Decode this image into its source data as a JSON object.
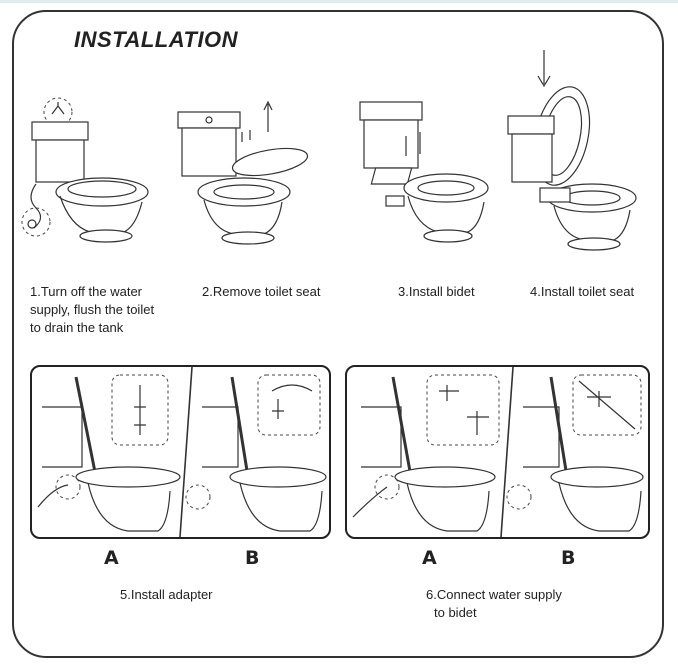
{
  "title": "INSTALLATION",
  "steps": [
    {
      "caption": "1.Turn off the water supply, flush the toilet to drain the tank",
      "lines": [
        "1.Turn off the water",
        "supply, flush the toilet",
        "to drain the tank"
      ]
    },
    {
      "caption": "2.Remove  toilet seat"
    },
    {
      "caption": "3.Install bidet"
    },
    {
      "caption": "4.Install toilet seat"
    }
  ],
  "panels": [
    {
      "letters": [
        "A",
        "B"
      ],
      "caption": "5.Install adapter"
    },
    {
      "letters": [
        "A",
        "B"
      ],
      "caption_lines": [
        "6.Connect water supply",
        "to bidet"
      ]
    }
  ]
}
